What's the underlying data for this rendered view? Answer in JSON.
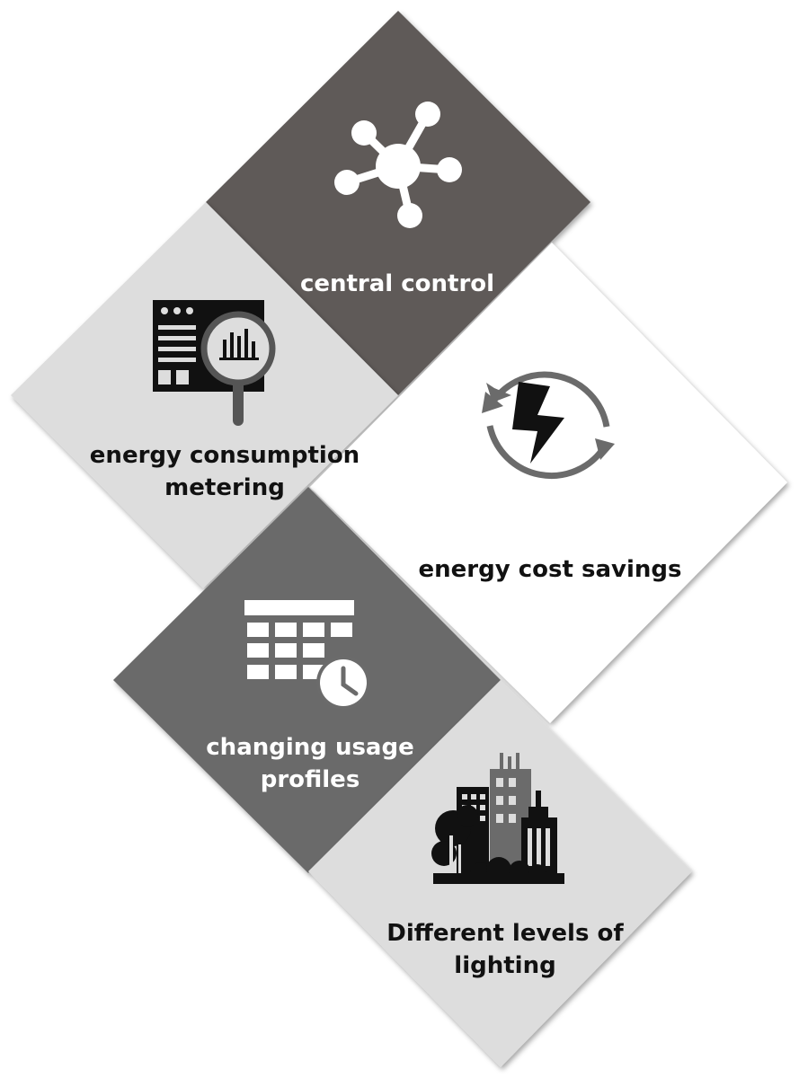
{
  "tiles": [
    {
      "id": "central-control",
      "label": "central control",
      "color": "#5e5a58",
      "icon": "network-hub-icon"
    },
    {
      "id": "energy-consumption-metering",
      "label": "energy consumption\nmetering",
      "color": "#dddddd",
      "icon": "dashboard-magnifier-icon"
    },
    {
      "id": "energy-cost-savings",
      "label": "energy cost savings",
      "color": "#ffffff",
      "icon": "lightning-cycle-icon"
    },
    {
      "id": "changing-usage-profiles",
      "label": "changing usage\nprofiles",
      "color": "#6b6b6b",
      "icon": "calendar-clock-icon"
    },
    {
      "id": "different-levels-of-lighting",
      "label": "Different levels of\nlighting",
      "color": "#dddddd",
      "icon": "city-buildings-icon"
    }
  ]
}
